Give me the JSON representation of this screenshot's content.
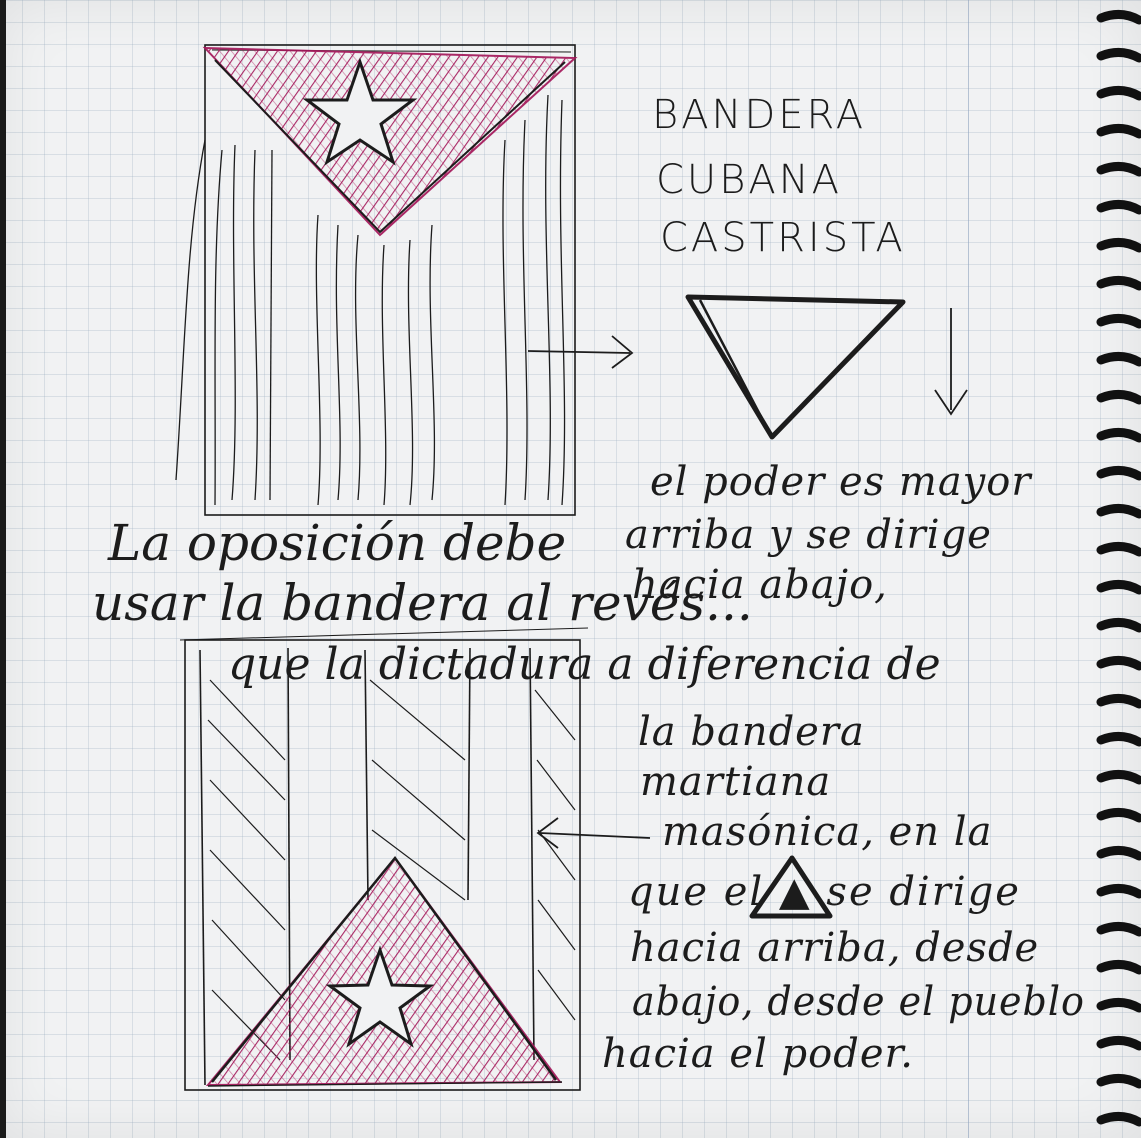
{
  "sketch": {
    "title_lines": [
      "BANDERA",
      "CUBANA",
      "CASTRISTA"
    ],
    "phrase_lines": [
      "La oposición debe",
      "usar la bandera al revés..."
    ],
    "note_top_lines": [
      "el poder es mayor",
      "arriba y se dirige",
      "hacia abajo,"
    ],
    "note_bottom_lines": [
      "que la dictadura a diferencia de",
      "la bandera",
      "martiana",
      "masónica, en la",
      "que el ▲ se dirige",
      "hacia arriba, desde",
      "abajo, desde el pueblo",
      "hacia el poder."
    ]
  },
  "colors": {
    "ink": "#1c1c1c",
    "magenta_ink": "#a3175a",
    "paper": "#f1f2f3",
    "grid": "#96aabe"
  }
}
